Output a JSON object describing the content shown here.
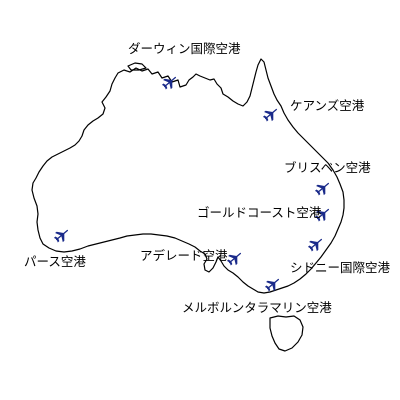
{
  "map": {
    "outline_color": "#000000",
    "background_color": "#ffffff",
    "marker_color": "#1a2a8a",
    "label_color": "#000000",
    "marker_icon": "airplane-icon"
  },
  "airports": [
    {
      "id": "darwin",
      "label": "ダーウィン国際空港"
    },
    {
      "id": "cairns",
      "label": "ケアンズ空港"
    },
    {
      "id": "brisbane",
      "label": "ブリスベン空港"
    },
    {
      "id": "gold-coast",
      "label": "ゴールドコースト空港"
    },
    {
      "id": "sydney",
      "label": "シドニー国際空港"
    },
    {
      "id": "melbourne",
      "label": "メルボルンタラマリン空港"
    },
    {
      "id": "adelaide",
      "label": "アデレード空港"
    },
    {
      "id": "perth",
      "label": "パース空港"
    }
  ]
}
